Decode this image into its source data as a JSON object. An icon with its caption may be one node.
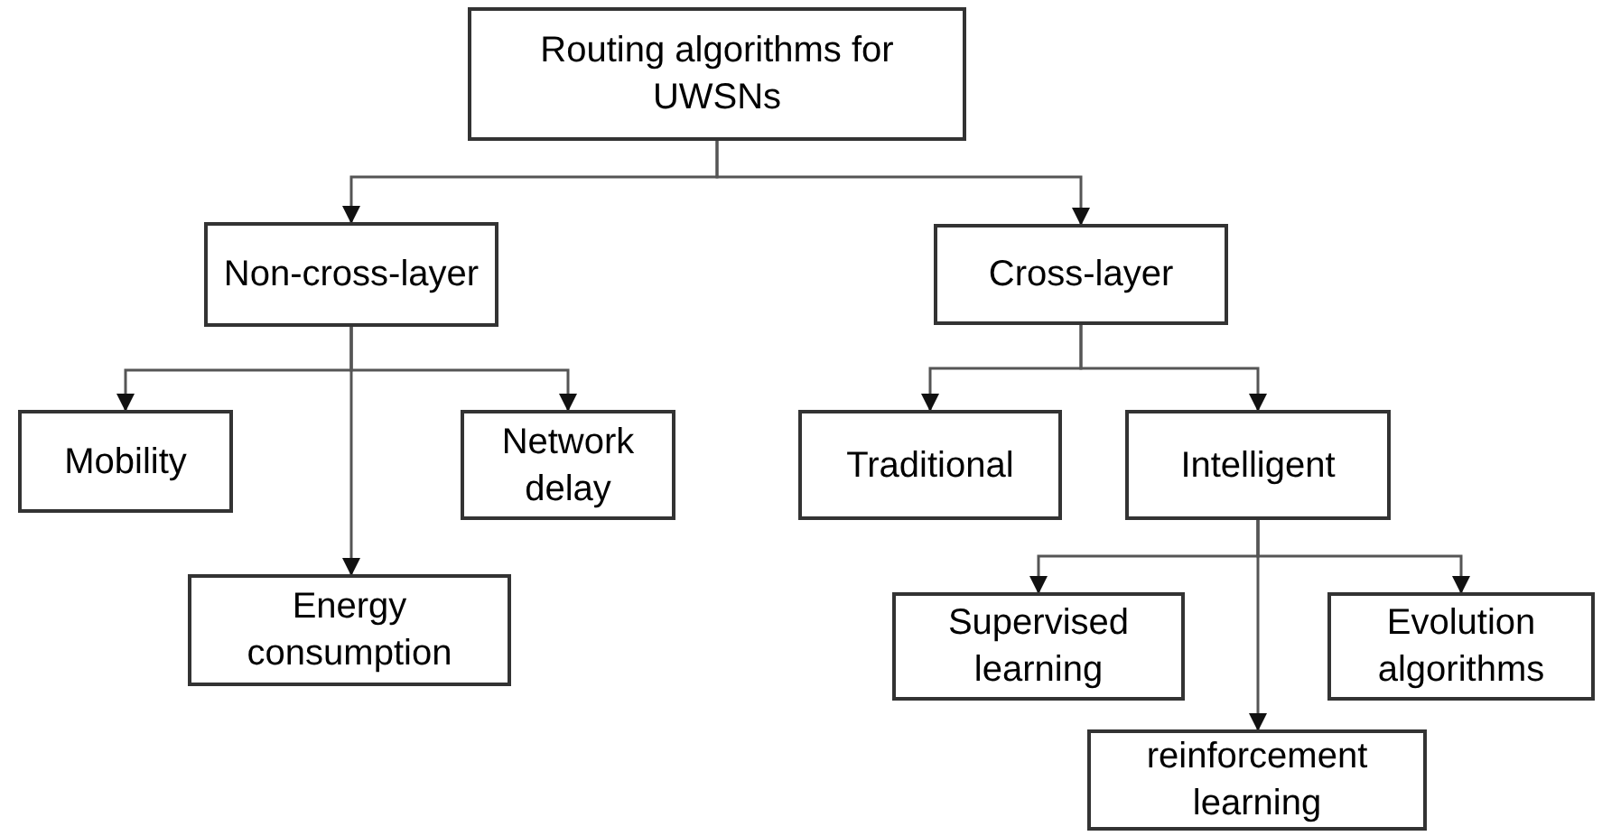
{
  "diagram": {
    "nodes": [
      {
        "text": [
          "Routing algorithms for UWSNs"
        ]
      },
      {
        "text": [
          "Non-cross-layer"
        ]
      },
      {
        "text": [
          "Cross-layer"
        ]
      },
      {
        "text": [
          "Mobility"
        ]
      },
      {
        "text": [
          "Energy consumption"
        ]
      },
      {
        "text": [
          "Network delay"
        ]
      },
      {
        "text": [
          "Traditional"
        ]
      },
      {
        "text": [
          "Intelligent"
        ]
      },
      {
        "text": [
          "Supervised learning"
        ]
      },
      {
        "text": [
          "reinforcement learning"
        ]
      },
      {
        "text": [
          "Evolution algorithms"
        ]
      }
    ],
    "edges": [
      {
        "from": 0,
        "to": 1,
        "arrow": "to"
      },
      {
        "from": 0,
        "to": 2,
        "arrow": "to"
      },
      {
        "from": 1,
        "to": 3,
        "arrow": "to"
      },
      {
        "from": 1,
        "to": 4,
        "arrow": "to"
      },
      {
        "from": 1,
        "to": 5,
        "arrow": "to"
      },
      {
        "from": 2,
        "to": 6,
        "arrow": "to"
      },
      {
        "from": 2,
        "to": 7,
        "arrow": "to"
      },
      {
        "from": 7,
        "to": 8,
        "arrow": "to"
      },
      {
        "from": 7,
        "to": 9,
        "arrow": "to"
      },
      {
        "from": 7,
        "to": 10,
        "arrow": "to"
      }
    ]
  }
}
